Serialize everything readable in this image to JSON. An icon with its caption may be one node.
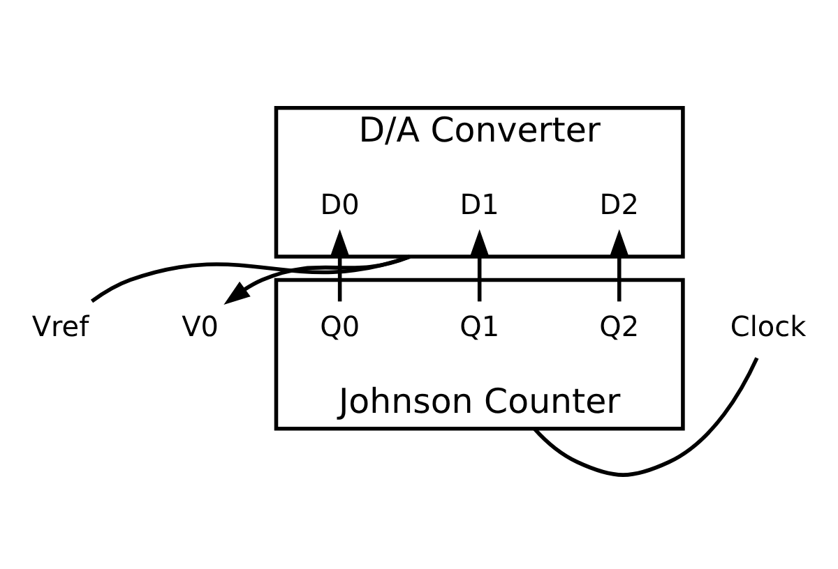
{
  "diagram": {
    "nodes": [
      {
        "text": [
          "Vref"
        ]
      },
      {
        "text": [
          "D/A Converter"
        ]
      },
      {
        "text": [
          "D2"
        ],
        "in": 1
      },
      {
        "text": [
          "D1"
        ],
        "in": 1
      },
      {
        "text": [
          "D0"
        ],
        "in": 1
      },
      {
        "text": [
          "V0"
        ]
      },
      {
        "text": [
          "Johnson Counter"
        ]
      },
      {
        "text": [
          "Q2"
        ],
        "in": 6
      },
      {
        "text": [
          "Q1"
        ],
        "in": 6
      },
      {
        "text": [
          "Q0"
        ],
        "in": 6
      },
      {
        "text": [
          "Clock"
        ]
      }
    ],
    "edges": [
      {
        "from": 0,
        "to": 1,
        "arrow": "none"
      },
      {
        "from": 1,
        "to": 5,
        "arrow": "to"
      },
      {
        "from": 7,
        "to": 2,
        "arrow": "to"
      },
      {
        "from": 8,
        "to": 3,
        "arrow": "to"
      },
      {
        "from": 9,
        "to": 4,
        "arrow": "to"
      },
      {
        "from": 10,
        "to": 6,
        "arrow": "none"
      }
    ]
  }
}
